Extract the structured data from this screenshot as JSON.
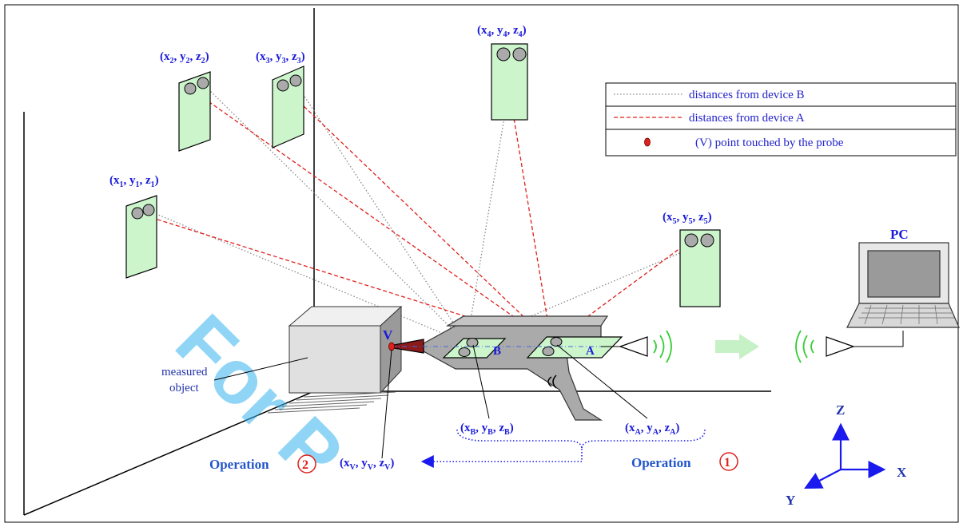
{
  "watermark": "For P",
  "devices": {
    "d1": {
      "x": "x",
      "y": "y",
      "z": "z",
      "sub": "1"
    },
    "d2": {
      "x": "x",
      "y": "y",
      "z": "z",
      "sub": "2"
    },
    "d3": {
      "x": "x",
      "y": "y",
      "z": "z",
      "sub": "3"
    },
    "d4": {
      "x": "x",
      "y": "y",
      "z": "z",
      "sub": "4"
    },
    "d5": {
      "x": "x",
      "y": "y",
      "z": "z",
      "sub": "5"
    }
  },
  "legend": {
    "b_label": "distances from device B",
    "a_label": "distances from device A",
    "v_label": "(V) point touched by the probe"
  },
  "labels": {
    "pc": "PC",
    "v": "V",
    "b": "B",
    "a": "A",
    "object_line1": "measured",
    "object_line2": "object",
    "coord_b_sub": "B",
    "coord_a_sub": "A",
    "coord_v_sub": "V"
  },
  "operations": {
    "op1_label": "Operation",
    "op1_num": "1",
    "op2_label": "Operation",
    "op2_num": "2"
  },
  "axes": {
    "z": "Z",
    "x": "X",
    "y": "Y"
  },
  "colors": {
    "blue_text": "#1a1adb",
    "red_dash": "#e0201c",
    "gray_dot": "#888888",
    "panel_green": "#ccf5cc",
    "wave_green": "#33cc33",
    "arrow_blue": "#1a1aee"
  }
}
